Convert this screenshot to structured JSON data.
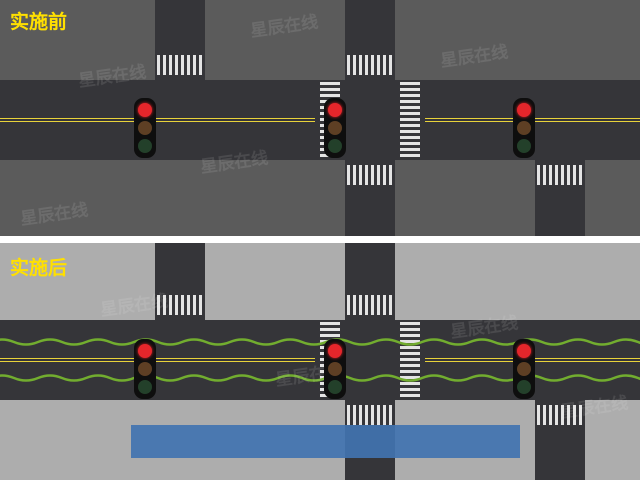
{
  "panels": {
    "before": {
      "label": "实施前",
      "signals": [
        "red",
        "red",
        "red"
      ]
    },
    "after": {
      "label": "实施后",
      "signals": [
        "red",
        "red",
        "red"
      ]
    }
  },
  "watermark": {
    "text": "星辰在线"
  },
  "colors": {
    "before_block": "#5b5b5b",
    "after_block": "#adadad",
    "road": "#353539",
    "center_line": "#e8d23a",
    "crosswalk": "#e4e4e4",
    "label": "#ffe000",
    "divider": "#ffffff",
    "signal_body": "#0e0e0e",
    "signal_red": "#e5262b",
    "signal_amber_off": "#5e3f24",
    "signal_green_off": "#23402a",
    "green_belt": "#72ad2f",
    "blue_zone": "#4173b0"
  }
}
